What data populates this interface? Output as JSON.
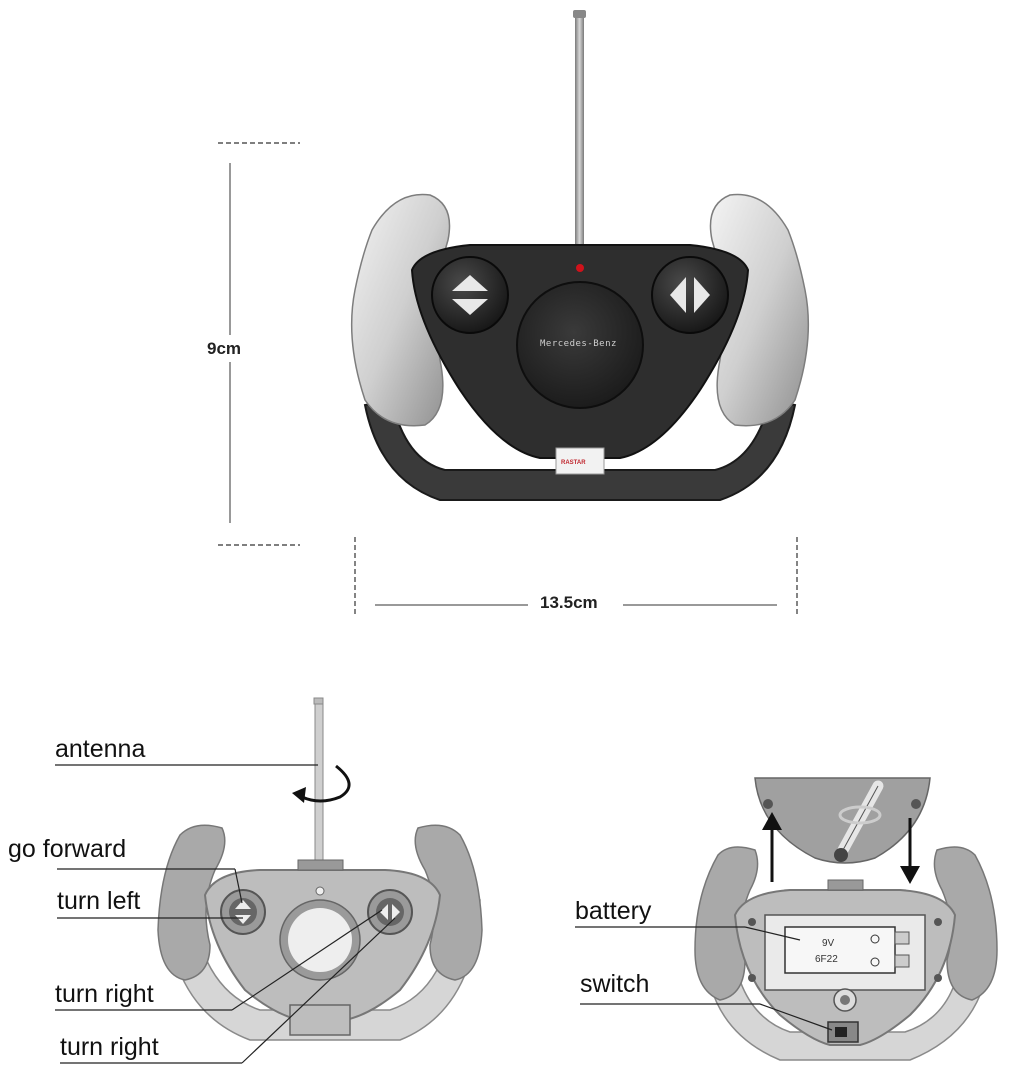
{
  "dimensions": {
    "height_label": "9cm",
    "width_label": "13.5cm"
  },
  "remote": {
    "brand_text": "Mercedes-Benz",
    "logo_text": "RASTAR"
  },
  "front_callouts": {
    "antenna": "antenna",
    "go_forward": "go  forward",
    "turn_left": "turn  left",
    "turn_right_1": "turn right",
    "turn_right_2": "turn right"
  },
  "back_callouts": {
    "battery": "battery",
    "switch": "switch"
  },
  "battery": {
    "voltage": "9V",
    "model": "6F22"
  },
  "colors": {
    "body_dark": "#2e2e2e",
    "grip_silver": "#d9d9d9",
    "line_art_gray": "#a9a9a9",
    "led_red": "#d0121b"
  }
}
